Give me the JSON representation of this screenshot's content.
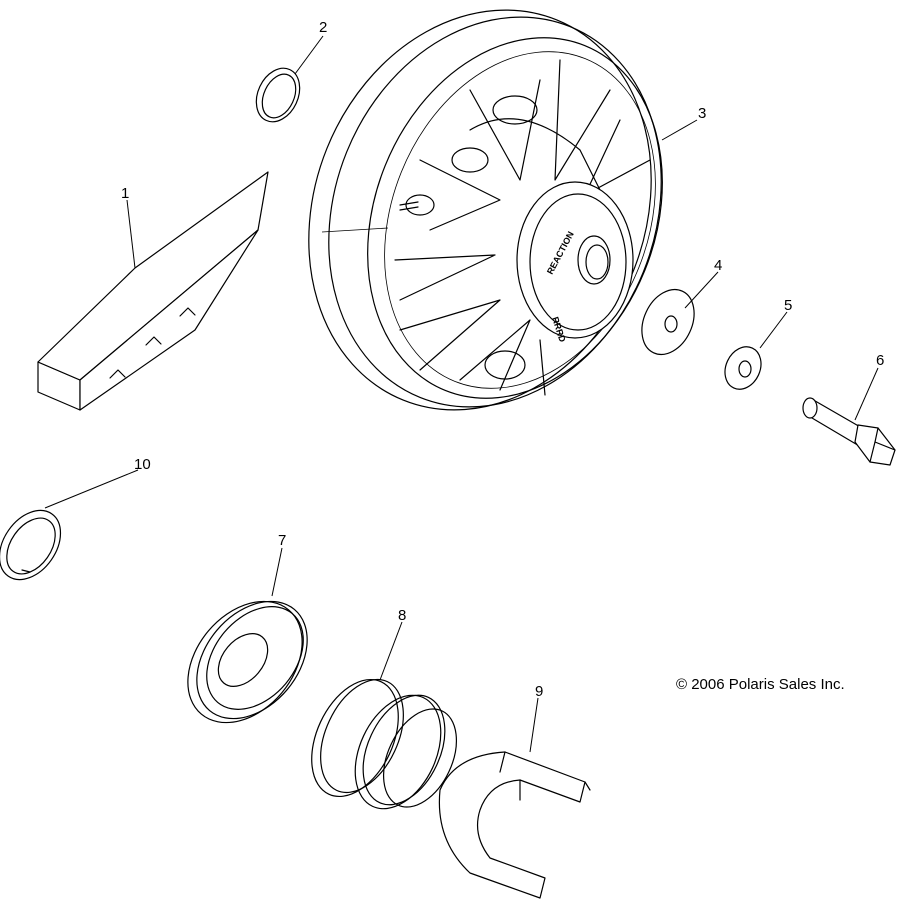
{
  "callouts": [
    {
      "id": "1",
      "label": "1"
    },
    {
      "id": "2",
      "label": "2"
    },
    {
      "id": "3",
      "label": "3"
    },
    {
      "id": "4",
      "label": "4"
    },
    {
      "id": "5",
      "label": "5"
    },
    {
      "id": "6",
      "label": "6"
    },
    {
      "id": "7",
      "label": "7"
    },
    {
      "id": "8",
      "label": "8"
    },
    {
      "id": "9",
      "label": "9"
    },
    {
      "id": "10",
      "label": "10"
    }
  ],
  "hub_labels": {
    "top": "REACTION",
    "bottom": "RRRD"
  },
  "copyright": "© 2006 Polaris Sales Inc."
}
